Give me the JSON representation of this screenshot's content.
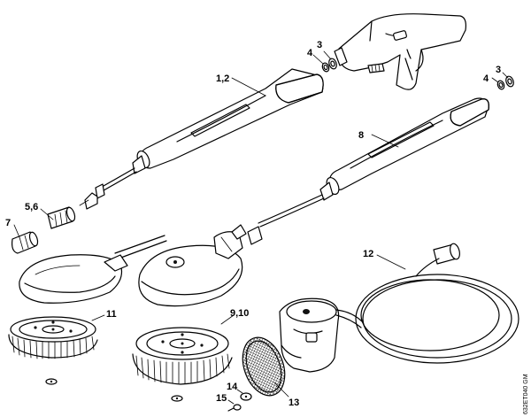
{
  "diagram": {
    "callouts": {
      "c_4a": "4",
      "c_3a": "3",
      "c_4b": "4",
      "c_3b": "3",
      "c_1_2": "1,2",
      "c_8": "8",
      "c_5_6": "5,6",
      "c_7": "7",
      "c_12": "12",
      "c_11": "11",
      "c_9_10": "9,10",
      "c_14": "14",
      "c_15": "15",
      "c_13": "13"
    },
    "drawing_code": "632ET040 GM"
  }
}
